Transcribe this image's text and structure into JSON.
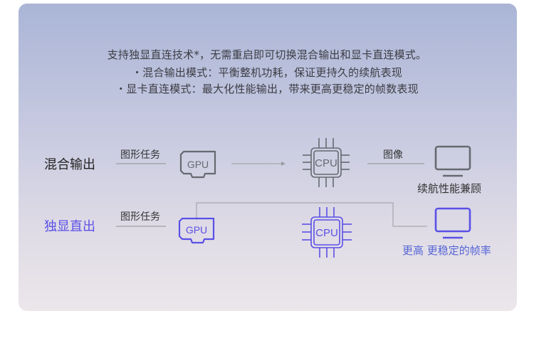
{
  "description": {
    "line1": "支持独显直连技术*，无需重启即可切换混合输出和显卡直连模式。",
    "line2": "・混合输出模式：平衡整机功耗，保证更持久的续航表现",
    "line3": "・显卡直连模式：最大化性能输出，带来更高更稳定的帧数表现"
  },
  "hybrid_row": {
    "label": "混合输出",
    "task_label": "图形任务",
    "gpu_text": "GPU",
    "cpu_text": "CPU",
    "image_label": "图像",
    "output_label": "续航性能兼顾"
  },
  "direct_row": {
    "label": "独显直出",
    "task_label": "图形任务",
    "gpu_text": "GPU",
    "cpu_text": "CPU",
    "output_label": "更高 更稳定的帧率"
  },
  "colors": {
    "gray": "#666a70",
    "accent": "#5a50e6",
    "accent_text": "#5566d6"
  },
  "icons": [
    "gpu-icon",
    "cpu-chip-icon",
    "monitor-icon"
  ]
}
